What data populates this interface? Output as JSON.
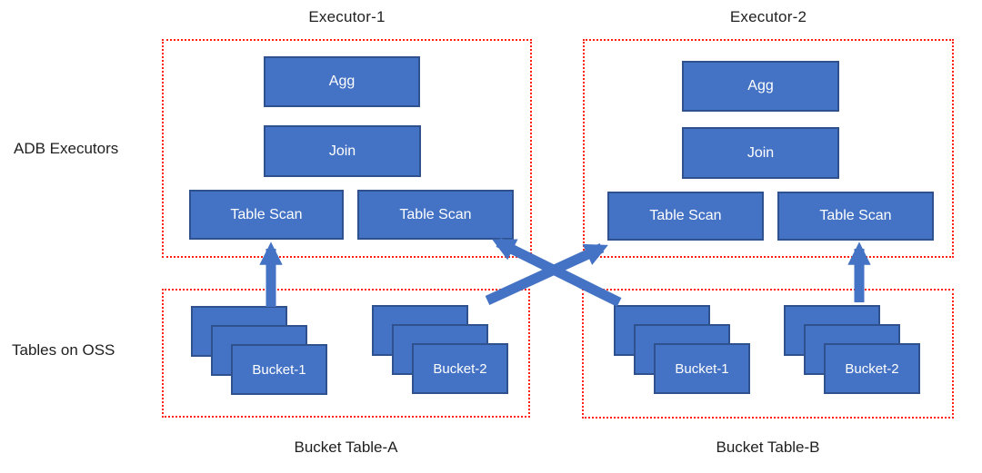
{
  "side_labels": {
    "executors": "ADB Executors",
    "tables": "Tables on OSS"
  },
  "executors": [
    {
      "title": "Executor-1",
      "operators": [
        "Agg",
        "Join",
        "Table Scan",
        "Table Scan"
      ]
    },
    {
      "title": "Executor-2",
      "operators": [
        "Agg",
        "Join",
        "Table Scan",
        "Table Scan"
      ]
    }
  ],
  "bucket_tables": [
    {
      "label": "Bucket Table-A",
      "buckets": [
        "Bucket-1",
        "Bucket-2"
      ]
    },
    {
      "label": "Bucket Table-B",
      "buckets": [
        "Bucket-1",
        "Bucket-2"
      ]
    }
  ],
  "arrows": [
    {
      "name": "bucketA1-to-exec1-scan-left"
    },
    {
      "name": "bucketB1-to-exec1-scan-right"
    },
    {
      "name": "bucketA2-to-exec2-scan-left"
    },
    {
      "name": "bucketB2-to-exec2-scan-right"
    }
  ],
  "colors": {
    "box_fill": "#4472C4",
    "box_border": "#2F528F",
    "panel_border": "#FF1F10",
    "arrow": "#4472C4",
    "text_dark": "#1F1F1F",
    "text_light": "#FFFFFF"
  }
}
